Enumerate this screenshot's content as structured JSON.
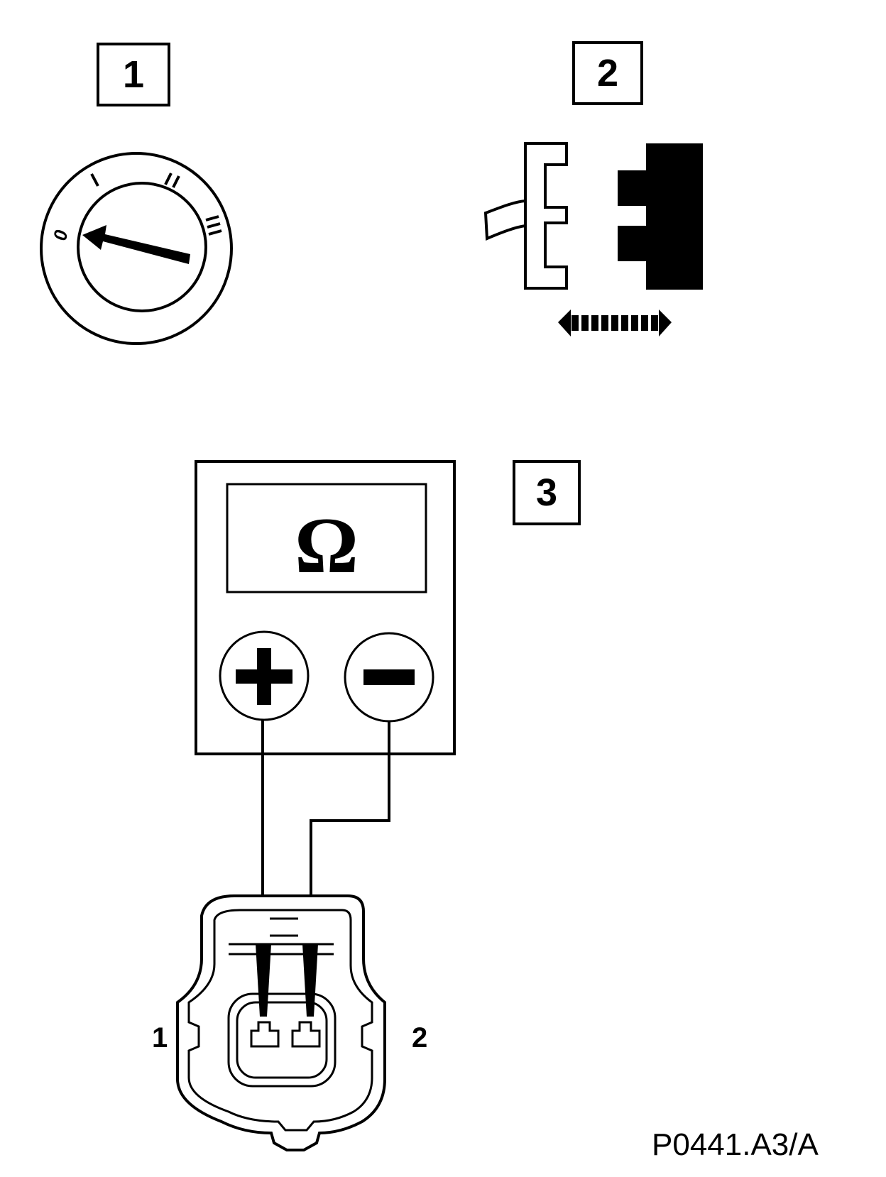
{
  "steps": {
    "step1": "1",
    "step2": "2",
    "step3": "3"
  },
  "ignition_switch": {
    "positions": [
      "0",
      "I",
      "II",
      "III"
    ],
    "pointer": "0"
  },
  "multimeter": {
    "display_symbol": "Ω",
    "plus_terminal": "+",
    "minus_terminal": "−"
  },
  "connector": {
    "pin_left": "1",
    "pin_right": "2"
  },
  "figure_reference": "P0441.A3/A",
  "icons": [
    "ignition-key-icon",
    "connector-disconnect-icon",
    "double-arrow-icon",
    "ohmmeter-icon",
    "connector-icon"
  ]
}
